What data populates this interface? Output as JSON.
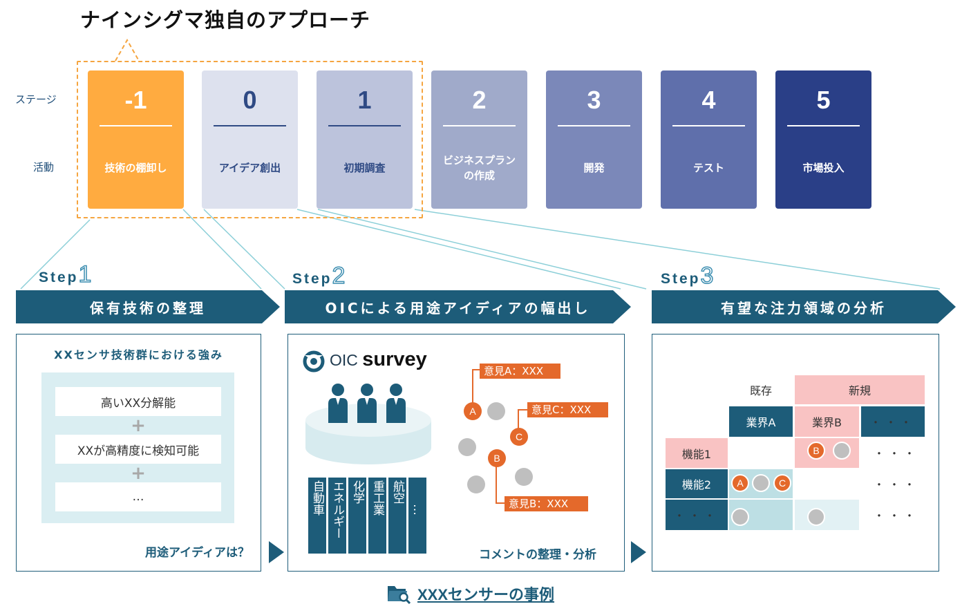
{
  "title": "ナインシグマ独自のアプローチ",
  "labels": {
    "stage": "ステージ",
    "activity": "活動"
  },
  "stages": [
    {
      "num": "-1",
      "activity": "技術の棚卸し",
      "bg": "#ffab40",
      "fg": "#ffffff",
      "rule": "#ffffff"
    },
    {
      "num": "0",
      "activity": "アイデア創出",
      "bg": "#dde1ee",
      "fg": "#2f4a84",
      "rule": "#2f4a84"
    },
    {
      "num": "1",
      "activity": "初期調査",
      "bg": "#bcc3dc",
      "fg": "#2f4a84",
      "rule": "#2f4a84"
    },
    {
      "num": "2",
      "activity": "ビジネスプラン\nの作成",
      "bg": "#a0aaca",
      "fg": "#ffffff",
      "rule": "#ffffff"
    },
    {
      "num": "3",
      "activity": "開発",
      "bg": "#7b88b9",
      "fg": "#ffffff",
      "rule": "#ffffff"
    },
    {
      "num": "4",
      "activity": "テスト",
      "bg": "#5f6fab",
      "fg": "#ffffff",
      "rule": "#ffffff"
    },
    {
      "num": "5",
      "activity": "市場投入",
      "bg": "#2a3f87",
      "fg": "#ffffff",
      "rule": "#ffffff"
    }
  ],
  "steps": [
    {
      "label": "Step",
      "num": "1",
      "title": "保有技術の整理"
    },
    {
      "label": "Step",
      "num": "2",
      "title": "OICによる用途アイディアの幅出し"
    },
    {
      "label": "Step",
      "num": "3",
      "title": "有望な注力領域の分析"
    }
  ],
  "panel1": {
    "heading": "XXセンサ技術群における強み",
    "items": [
      "高いXX分解能",
      "XXが高精度に検知可能",
      "…"
    ],
    "plus": "+",
    "footer": "用途アイディアは？"
  },
  "panel2": {
    "logo_prefix": "OIC",
    "logo_word": "survey",
    "industries": [
      "自動車",
      "エネルギー",
      "化学",
      "重工業",
      "航空",
      "…"
    ],
    "opinions": [
      "意見A：XXX",
      "意見C：XXX",
      "意見B：XXX"
    ],
    "markers": [
      "A",
      "C",
      "B"
    ],
    "footer": "コメントの整理・分析"
  },
  "panel3": {
    "col_groups": [
      "既存",
      "新規"
    ],
    "cols": [
      "業界A",
      "業界B",
      "・・・"
    ],
    "rows": [
      "機能1",
      "機能2",
      "・・・"
    ],
    "dots": "・・・",
    "markers": [
      "A",
      "B",
      "C"
    ]
  },
  "caption": "XXXセンサーの事例",
  "colors": {
    "accent": "#1d5c79",
    "orange": "#e4692b",
    "dashed": "#f5a540",
    "connector": "#8ccfd8"
  }
}
